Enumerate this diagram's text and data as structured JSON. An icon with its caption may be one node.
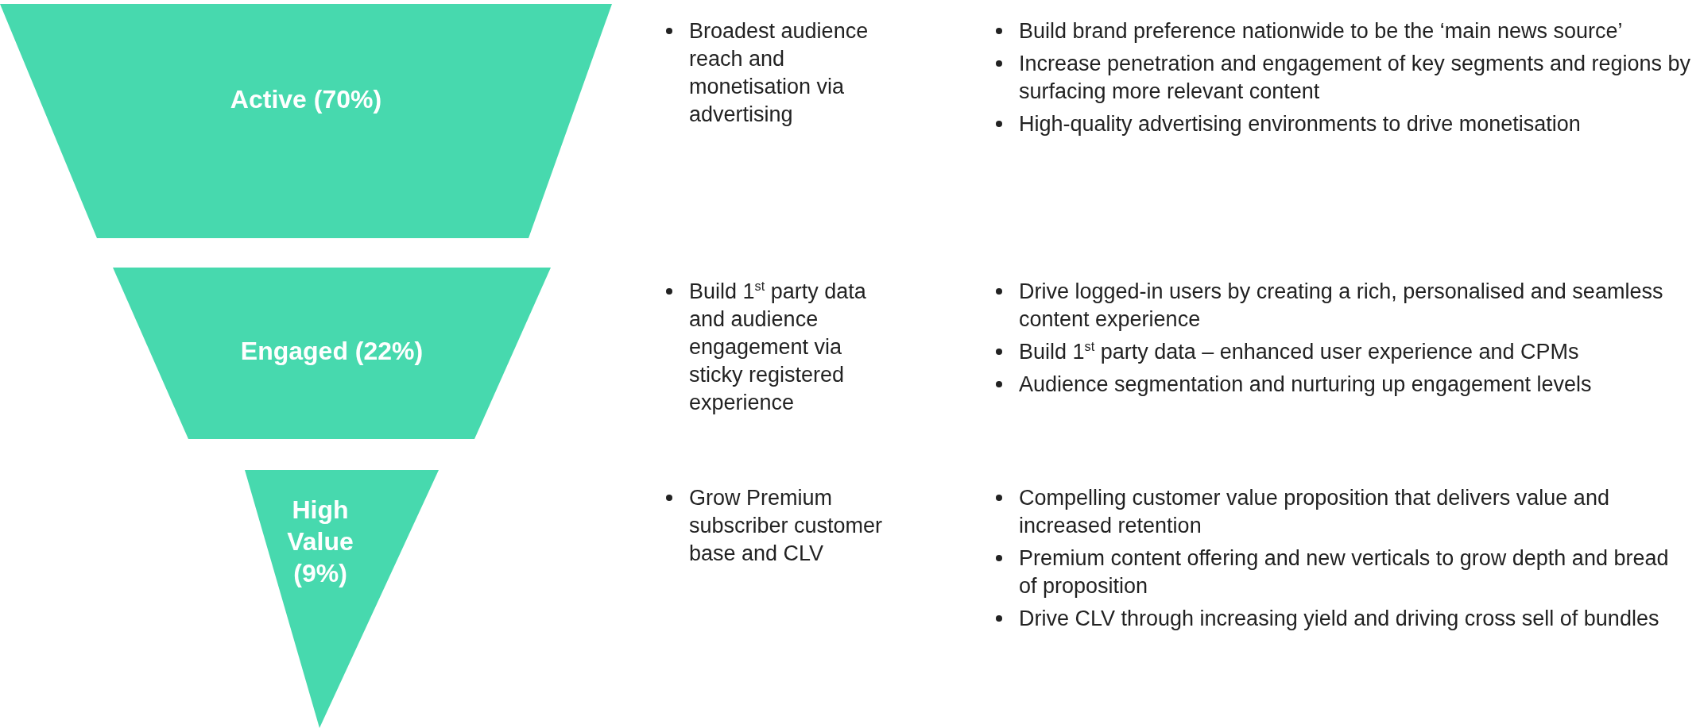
{
  "diagram": {
    "nodes": [
      {
        "text": [
          "Active (70%)"
        ]
      },
      {
        "text": [
          "Engaged (22%)"
        ]
      },
      {
        "text": [
          "High Value (9%)"
        ]
      }
    ],
    "labels": [
      "Broadest audience reach and monetisation via advertising",
      "Build brand preference nationwide to be the ‘main news source’",
      "Increase penetration and engagement of key segments and regions by surfacing more relevant content",
      "High-quality advertising environments to drive monetisation",
      "Build 1$^{st}$ party data and audience engagement via sticky registered experience",
      "Drive logged-in users by creating a rich, personalised and seamless content experience",
      "Build 1$^{st}$ party data – enhanced user experience and CPMs",
      "Audience segmentation and nurturing up engagement levels",
      "Grow Premium subscriber customer base and CLV",
      "Compelling customer value proposition that delivers value and increased retention",
      "Premium content offering and new verticals to grow depth and bread of proposition",
      "Drive CLV through increasing yield and driving cross sell of bundles"
    ]
  }
}
